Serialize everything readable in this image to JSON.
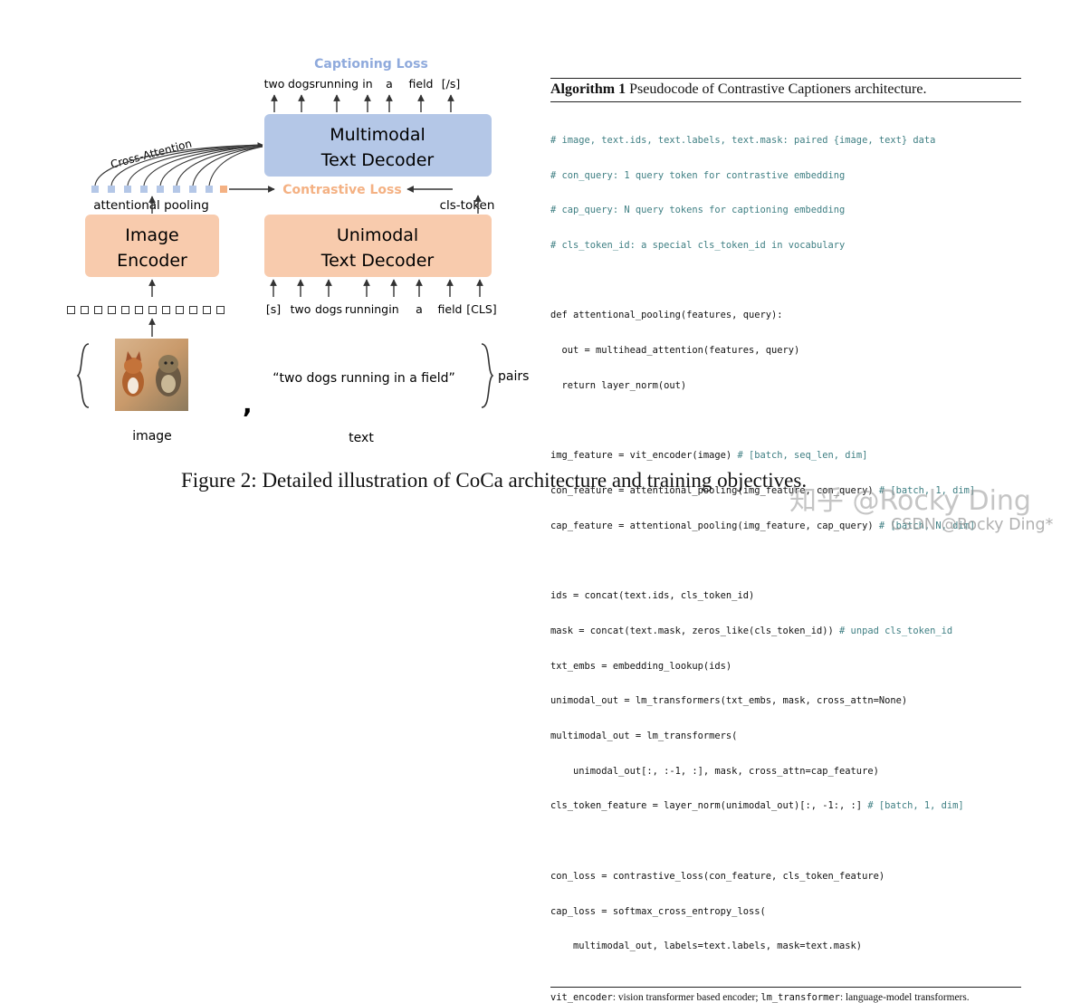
{
  "diagram": {
    "captioning_loss": "Captioning Loss",
    "output_tokens": [
      "two",
      "dogs",
      "running",
      "in",
      "a",
      "field",
      "[/s]"
    ],
    "multimodal_decoder": {
      "line1": "Multimodal",
      "line2": "Text Decoder"
    },
    "cross_attention": "Cross-Attention",
    "contrastive_loss": "Contrastive Loss",
    "attentional_pooling": "attentional pooling",
    "cls_token": "cls-token",
    "image_encoder": {
      "line1": "Image",
      "line2": "Encoder"
    },
    "unimodal_decoder": {
      "line1": "Unimodal",
      "line2": "Text Decoder"
    },
    "input_tokens": [
      "[s]",
      "two",
      "dogs",
      "running",
      "in",
      "a",
      "field",
      "[CLS]"
    ],
    "text_input": "“two dogs running in a field”",
    "pairs_label": "pairs",
    "comma": ",",
    "image_label": "image",
    "text_label": "text",
    "image_content": "two dogs running in a field",
    "colors": {
      "blue_box": "#b4c7e7",
      "orange_box": "#f8cbad",
      "blue_text": "#8faadc",
      "orange_text": "#f4b183"
    }
  },
  "algorithm": {
    "title_bold": "Algorithm 1",
    "title_rest": " Pseudocode of Contrastive Captioners architecture.",
    "lines": [
      {
        "text": "# image, text.ids, text.labels, text.mask: paired {image, text} data",
        "comment": ""
      },
      {
        "text": "# con_query: 1 query token for contrastive embedding",
        "comment": ""
      },
      {
        "text": "# cap_query: N query tokens for captioning embedding",
        "comment": ""
      },
      {
        "text": "# cls_token_id: a special cls_token_id in vocabulary",
        "comment": ""
      },
      {
        "text": "",
        "comment": ""
      },
      {
        "text": "def attentional_pooling(features, query):",
        "comment": ""
      },
      {
        "text": "  out = multihead_attention(features, query)",
        "comment": ""
      },
      {
        "text": "  return layer_norm(out)",
        "comment": ""
      },
      {
        "text": "",
        "comment": ""
      },
      {
        "text": "img_feature = vit_encoder(image) ",
        "comment": "# [batch, seq_len, dim]"
      },
      {
        "text": "con_feature = attentional_pooling(img_feature, con_query) ",
        "comment": "# [batch, 1, dim]"
      },
      {
        "text": "cap_feature = attentional_pooling(img_feature, cap_query) ",
        "comment": "# [batch, N, dim]"
      },
      {
        "text": "",
        "comment": ""
      },
      {
        "text": "ids = concat(text.ids, cls_token_id)",
        "comment": ""
      },
      {
        "text": "mask = concat(text.mask, zeros_like(cls_token_id)) ",
        "comment": "# unpad cls_token_id"
      },
      {
        "text": "txt_embs = embedding_lookup(ids)",
        "comment": ""
      },
      {
        "text": "unimodal_out = lm_transformers(txt_embs, mask, cross_attn=None)",
        "comment": ""
      },
      {
        "text": "multimodal_out = lm_transformers(",
        "comment": ""
      },
      {
        "text": "    unimodal_out[:, :-1, :], mask, cross_attn=cap_feature)",
        "comment": ""
      },
      {
        "text": "cls_token_feature = layer_norm(unimodal_out)[:, -1:, :] ",
        "comment": "# [batch, 1, dim]"
      },
      {
        "text": "",
        "comment": ""
      },
      {
        "text": "con_loss = contrastive_loss(con_feature, cls_token_feature)",
        "comment": ""
      },
      {
        "text": "cap_loss = softmax_cross_entropy_loss(",
        "comment": ""
      },
      {
        "text": "    multimodal_out, labels=text.labels, mask=text.mask)",
        "comment": ""
      }
    ],
    "footnote": {
      "term1": "vit_encoder",
      "desc1": ": vision transformer based encoder; ",
      "term2": "lm_transformer",
      "desc2": ": language-model transformers."
    }
  },
  "caption": "Figure 2: Detailed illustration of CoCa architecture and training objectives.",
  "watermark_zhihu": "知乎 @Rocky Ding",
  "watermark_csdn": "CSDN @Rocky Ding*"
}
